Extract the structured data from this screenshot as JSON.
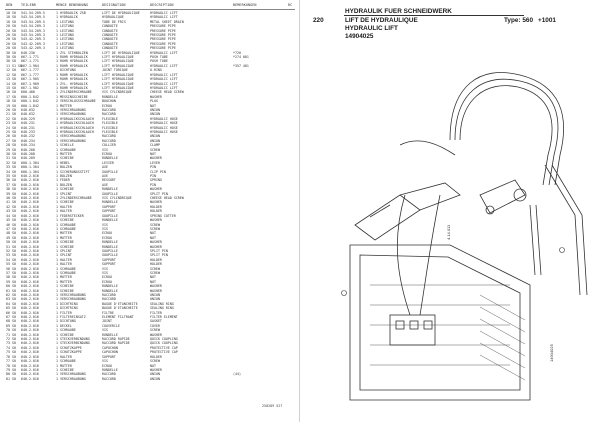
{
  "columns": [
    "BEN",
    "TEILENR",
    "MENGE BENENNUNG",
    "DESIGNATION",
    "DESCRIPTION",
    "BEMERKUNGEN",
    "RC"
  ],
  "rows": [
    [
      "10 S0",
      "541.54.209.5",
      "1 HYDRAULIK ZSB",
      "LIFT DE HYDRAULIQUE",
      "HYDRAULIC LIFT",
      ""
    ],
    [
      "10 S0",
      "543.54.209.5",
      "1 HYDRAULIK",
      "HYDRAULIQUE",
      "HYDRAULIC LIFT",
      ""
    ],
    [
      "10 S0",
      "543.54.209.5",
      "1 LEITUNG",
      "TUBE DE FRIS",
      "METAL SHEET DRAIN",
      ""
    ],
    [
      "20 S0",
      "543.54.209.3",
      "1 LEITUNG",
      "CONDUITE",
      "PRESSURE PIPE",
      ""
    ],
    [
      "20 S0",
      "543.54.209.3",
      "1 LEITUNG",
      "CONDUITE",
      "PRESSURE PIPE",
      ""
    ],
    [
      "20 S0",
      "543.54.209.3",
      "1 LEITUNG",
      "CONDUITE",
      "PRESSURE PIPE",
      ""
    ],
    [
      "20 S0",
      "543.42.209.3",
      "1 LEITUNG",
      "CONDUITE",
      "PRESSURE PIPE",
      ""
    ],
    [
      "20 S0",
      "543.42.209.3",
      "1 LEITUNG",
      "CONDUITE",
      "PRESSURE PIPE",
      ""
    ],
    [
      "20 S0",
      "543.42.209.3",
      "1 LEITUNG",
      "CONDUITE",
      "PRESSURE PIPE",
      ""
    ],
    [
      "30 S0",
      "640.230",
      "1 ZYL STEHBOLZEN",
      "LIFT DE HYDRAULIQUE",
      "HYDRAULIC LIFT",
      "*720"
    ],
    [
      "30 S0",
      "667.1.771",
      "1 ROHR HYDRAULIK",
      "LIFT HYDRAULIQUE",
      "PUSH TUBE",
      "*274 001"
    ],
    [
      "30 S0",
      "667.1.771",
      "1 ROHR HYDRAULIK",
      "LIFT HYDRAULIQUE",
      "PUSH TUBE",
      ""
    ],
    [
      "11 S1 S0",
      "667.1.904",
      "1 ROHR HYDRAULIK",
      "LIFT HYDRAULIQUE",
      "HYDRAULIC LIFT",
      "*357 401"
    ],
    [
      "12 S0",
      "667.1.777",
      "1 DICHTUNG",
      "JOINT TORIQUE",
      "O-RING",
      ""
    ],
    [
      "12 S0",
      "667.1.777",
      "1 ROHR HYDRAULIK",
      "LIFT HYDRAULIQUE",
      "HYDRAULIC LIFT",
      ""
    ],
    [
      "13 S0",
      "667.1.905",
      "1 ROHR HYDRAULIK",
      "LIFT HYDRAULIQUE",
      "HYDRAULIC LIFT",
      ""
    ],
    [
      "14 S0",
      "667.1.909",
      "1 ZYL. HYDRAULIK",
      "LIFT HYDRAULIQUE",
      "HYDRAULIC LIFT",
      ""
    ],
    [
      "15 S0",
      "667.1.902",
      "1 ROHR HYDRAULIK",
      "LIFT HYDRAULIQUE",
      "HYDRAULIC LIFT",
      ""
    ],
    [
      "16 S0",
      "600.400",
      "1 ZYLINDERSCHRAUBE",
      "VIS CYLINDRIQUE",
      "CHEESE HEAD SCREW",
      ""
    ],
    [
      "17 S0",
      "600.1.842",
      "1 MESSINGSCHEIBE",
      "RONDELLE",
      "WASHER",
      ""
    ],
    [
      "18 S0",
      "600.1.842",
      "2 VERSCHLUSSSCHRAUBE",
      "BOUCHON",
      "PLUG",
      ""
    ],
    [
      "19 S0",
      "600.1.842",
      "1 MUTTER",
      "ECROU",
      "NUT",
      ""
    ],
    [
      "20 S0",
      "640.632",
      "1 VERSCHRAUBUNG",
      "RACCORD",
      "UNION",
      ""
    ],
    [
      "21 S0",
      "640.632",
      "1 VERSCHRAUBUNG",
      "RACCORD",
      "UNION",
      ""
    ],
    [
      "22 S0",
      "640.229",
      "1 HYDRAULIKSCHLAUCH",
      "FLEXIBLE",
      "HYDRAULIC HOSE",
      ""
    ],
    [
      "23 S0",
      "640.231",
      "1 HYDRAULIKSCHLAUCH",
      "FLEXIBLE",
      "HYDRAULIC HOSE",
      ""
    ],
    [
      "24 S0",
      "640.231",
      "1 HYDRAULIKSCHLAUCH",
      "FLEXIBLE",
      "HYDRAULIC HOSE",
      ""
    ],
    [
      "25 S0",
      "640.233",
      "1 HYDRAULIKSCHLAUCH",
      "FLEXIBLE",
      "HYDRAULIC HOSE",
      ""
    ],
    [
      "26 S0",
      "640.232",
      "1 VERSCHRAUBUNG",
      "RACCORD",
      "UNION",
      ""
    ],
    [
      "27 S0",
      "640.234",
      "1 VERSCHRAUBUNG",
      "RACCORD",
      "UNION",
      ""
    ],
    [
      "28 S0",
      "640.234",
      "1 SCHELLE",
      "COLLIER",
      "CLAMP",
      ""
    ],
    [
      "29 S0",
      "640.208",
      "1 SCHRAUBE",
      "VIS",
      "SCREW",
      ""
    ],
    [
      "30 S0",
      "640.208",
      "1 MUTTER",
      "ECROU",
      "NUT",
      ""
    ],
    [
      "31 S0",
      "640.209",
      "1 SCHEIBE",
      "RONDELLE",
      "WASHER",
      ""
    ],
    [
      "32 S0",
      "600.1.304",
      "1 HEBEL",
      "LEVIER",
      "LEVER",
      ""
    ],
    [
      "33 S0",
      "600.1.304",
      "1 BOLZEN",
      "AXE",
      "PIN",
      ""
    ],
    [
      "34 S0",
      "600.1.304",
      "1 SICHERUNGSSTIFT",
      "GOUPILLE",
      "CLIP PIN",
      ""
    ],
    [
      "35 S0",
      "640.2.016",
      "1 BOLZEN",
      "AXE",
      "PIN",
      ""
    ],
    [
      "36 S0",
      "640.2.016",
      "1 FEDER",
      "RESSORT",
      "SPRING",
      ""
    ],
    [
      "37 S0",
      "640.2.016",
      "1 BOLZEN",
      "AXE",
      "PIN",
      ""
    ],
    [
      "38 S0",
      "640.2.016",
      "1 SCHEIBE",
      "RONDELLE",
      "WASHER",
      ""
    ],
    [
      "39 S0",
      "640.2.016",
      "1 SPLINT",
      "GOUPILLE",
      "SPLIT PIN",
      ""
    ],
    [
      "40 S0",
      "640.2.016",
      "1 ZYLINDERSCHRAUBE",
      "VIS CYLINDRIQUE",
      "CHEESE HEAD SCREW",
      ""
    ],
    [
      "41 S0",
      "640.2.016",
      "1 SCHEIBE",
      "RONDELLE",
      "WASHER",
      ""
    ],
    [
      "42 S0",
      "640.2.016",
      "1 HALTER",
      "SUPPORT",
      "HOLDER",
      ""
    ],
    [
      "43 S0",
      "640.2.016",
      "1 HALTER",
      "SUPPORT",
      "HOLDER",
      ""
    ],
    [
      "44 S0",
      "640.2.016",
      "1 FEDERSTECKER",
      "GOUPILLE",
      "SPRING COTTER",
      ""
    ],
    [
      "45 S0",
      "640.2.016",
      "1 SCHEIBE",
      "RONDELLE",
      "WASHER",
      ""
    ],
    [
      "46 S0",
      "640.2.016",
      "1 SCHRAUBE",
      "VIS",
      "SCREW",
      ""
    ],
    [
      "47 S0",
      "640.2.016",
      "1 SCHRAUBE",
      "VIS",
      "SCREW",
      ""
    ],
    [
      "48 S0",
      "640.2.016",
      "1 MUTTER",
      "ECROU",
      "NUT",
      ""
    ],
    [
      "49 S0",
      "640.2.016",
      "1 MUTTER",
      "ECROU",
      "NUT",
      ""
    ],
    [
      "50 S0",
      "640.2.016",
      "1 SCHEIBE",
      "RONDELLE",
      "WASHER",
      ""
    ],
    [
      "51 S0",
      "640.2.016",
      "1 SCHEIBE",
      "RONDELLE",
      "WASHER",
      ""
    ],
    [
      "52 S0",
      "640.2.016",
      "1 SPLINT",
      "GOUPILLE",
      "SPLIT PIN",
      ""
    ],
    [
      "53 S0",
      "640.2.016",
      "1 SPLINT",
      "GOUPILLE",
      "SPLIT PIN",
      ""
    ],
    [
      "54 S0",
      "640.2.016",
      "1 HALTER",
      "SUPPORT",
      "HOLDER",
      ""
    ],
    [
      "55 S0",
      "640.2.016",
      "1 HALTER",
      "SUPPORT",
      "HOLDER",
      ""
    ],
    [
      "56 S0",
      "640.2.016",
      "1 SCHRAUBE",
      "VIS",
      "SCREW",
      ""
    ],
    [
      "57 S0",
      "640.2.016",
      "1 SCHRAUBE",
      "VIS",
      "SCREW",
      ""
    ],
    [
      "58 S0",
      "640.2.016",
      "1 MUTTER",
      "ECROU",
      "NUT",
      ""
    ],
    [
      "59 S0",
      "640.2.016",
      "1 MUTTER",
      "ECROU",
      "NUT",
      ""
    ],
    [
      "60 S0",
      "640.2.016",
      "1 SCHEIBE",
      "RONDELLE",
      "WASHER",
      ""
    ],
    [
      "61 S0",
      "640.2.016",
      "1 SCHEIBE",
      "RONDELLE",
      "WASHER",
      ""
    ],
    [
      "62 S0",
      "640.2.016",
      "1 VERSCHRAUBUNG",
      "RACCORD",
      "UNION",
      ""
    ],
    [
      "63 S0",
      "640.2.016",
      "1 VERSCHRAUBUNG",
      "RACCORD",
      "UNION",
      ""
    ],
    [
      "64 S0",
      "640.2.016",
      "1 DICHTRING",
      "BAGUE D'ETANCHEITE",
      "SEALING RING",
      ""
    ],
    [
      "65 S0",
      "640.2.016",
      "1 DICHTRING",
      "BAGUE D'ETANCHEITE",
      "SEALING RING",
      ""
    ],
    [
      "66 S0",
      "640.2.016",
      "1 FILTER",
      "FILTRE",
      "FILTER",
      ""
    ],
    [
      "67 S0",
      "640.2.016",
      "1 FILTEREINSATZ",
      "ELEMENT FILTRANT",
      "FILTER ELEMENT",
      ""
    ],
    [
      "68 S0",
      "640.2.016",
      "1 DICHTUNG",
      "JOINT",
      "GASKET",
      ""
    ],
    [
      "69 S0",
      "640.2.016",
      "1 DECKEL",
      "COUVERCLE",
      "COVER",
      ""
    ],
    [
      "70 S0",
      "640.2.016",
      "1 SCHRAUBE",
      "VIS",
      "SCREW",
      ""
    ],
    [
      "71 S0",
      "640.2.016",
      "1 SCHEIBE",
      "RONDELLE",
      "WASHER",
      ""
    ],
    [
      "72 S0",
      "640.2.016",
      "1 STECKVERBINDUNG",
      "RACCORD RAPIDE",
      "QUICK COUPLING",
      ""
    ],
    [
      "73 S0",
      "640.2.016",
      "1 STECKVERBINDUNG",
      "RACCORD RAPIDE",
      "QUICK COUPLING",
      ""
    ],
    [
      "74 S0",
      "640.2.016",
      "1 SCHUTZKAPPE",
      "CAPUCHON",
      "PROTECTIVE CAP",
      ""
    ],
    [
      "75 S0",
      "640.2.016",
      "1 SCHUTZKAPPE",
      "CAPUCHON",
      "PROTECTIVE CAP",
      ""
    ],
    [
      "76 S0",
      "640.2.016",
      "1 HALTER",
      "SUPPORT",
      "HOLDER",
      ""
    ],
    [
      "77 S0",
      "640.2.016",
      "1 SCHRAUBE",
      "VIS",
      "SCREW",
      ""
    ],
    [
      "78 S0",
      "640.2.016",
      "1 MUTTER",
      "ECROU",
      "NUT",
      ""
    ],
    [
      "79 S0",
      "640.2.016",
      "1 SCHEIBE",
      "RONDELLE",
      "WASHER",
      ""
    ],
    [
      "80 S0",
      "640.2.016",
      "1 VERSCHRAUBUNG",
      "RACCORD",
      "UNION",
      "(44)"
    ],
    [
      "81 S0",
      "640.2.016",
      "1 VERSCHRAUBUNG",
      "RACCORD",
      "UNION",
      ""
    ]
  ],
  "footer_code": "250289 527",
  "header": {
    "page_no": "220",
    "title_de": "HYDRAULIK FUER SCHNEIDWERK",
    "title_fr": "LIFT DE HYDRAULIQUE",
    "title_en": "HYDRAULIC LIFT",
    "type_label": "Type: 560",
    "type_value": "+1001",
    "part_number": "14904025"
  },
  "side_code_1": "4.14.011",
  "side_code_2": "14904025"
}
